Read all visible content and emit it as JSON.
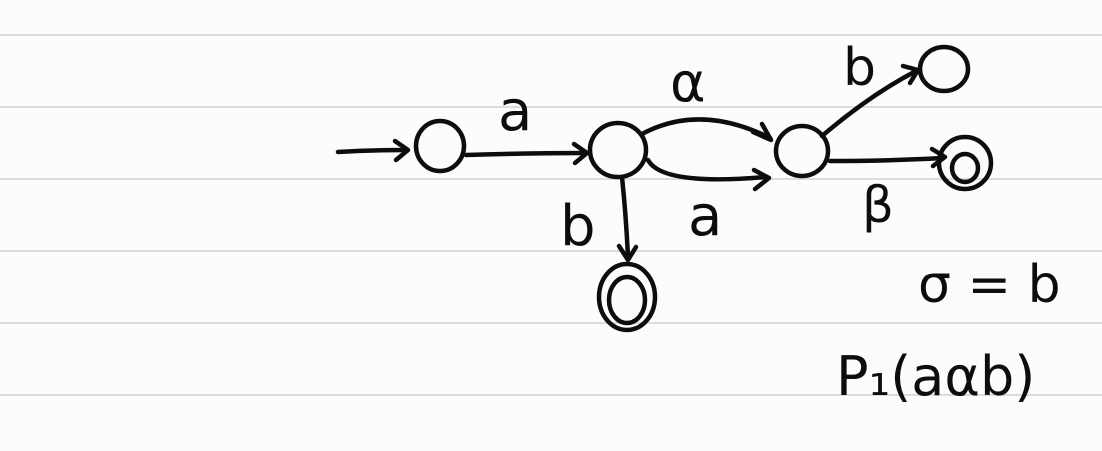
{
  "colors": {
    "paper": "#fcfcfc",
    "rule": "#dcdcdc",
    "ink": "#0d0d0d"
  },
  "labels": {
    "start_to_s1": "a",
    "s1_to_s2_upper": "α",
    "s1_to_s2_lower": "a",
    "s1_to_accept": "b",
    "s2_to_upper": "b",
    "s2_to_accept": "β"
  },
  "notes": {
    "equation": "σ = b",
    "expression": "P₁(aαb)"
  }
}
